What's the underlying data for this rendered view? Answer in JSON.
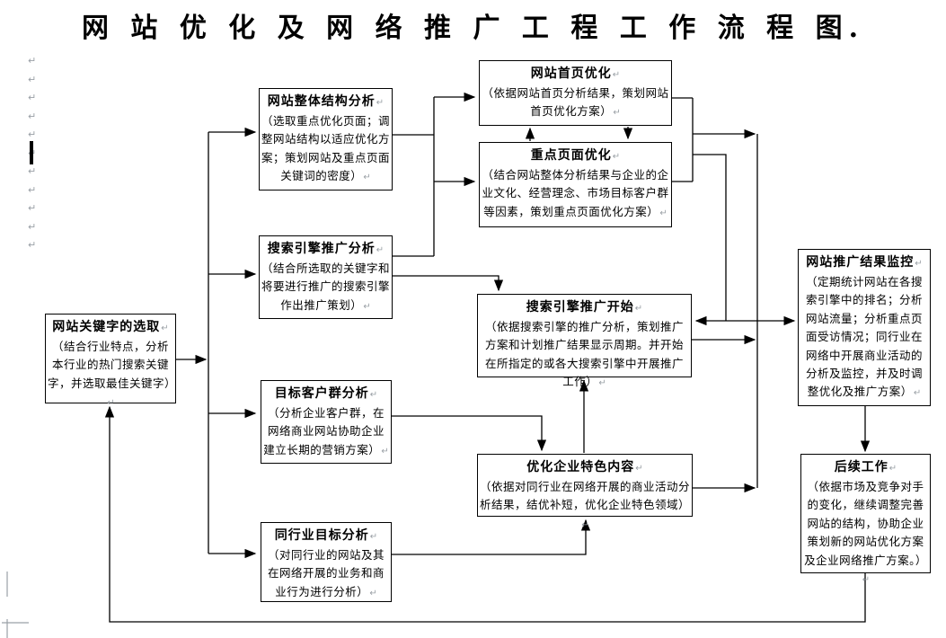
{
  "title": "网 站 优 化 及 网 络 推 广 工 程 工 作 流 程 图.",
  "decorations": {
    "return_mark": "↵"
  },
  "boxes": {
    "keyword_selection": {
      "title": "网站关键字的选取",
      "body": "（结合行业特点，分析本行业的热门搜索关键字，并选取最佳关键字）"
    },
    "overall_structure": {
      "title": "网站整体结构分析",
      "body": "（选取重点优化页面；调整网站结构以适应优化方案；策划网站及重点页面关键词的密度）"
    },
    "se_promo_analysis": {
      "title": "搜索引擎推广分析",
      "body": "（结合所选取的关键字和将要进行推广的搜索引擎作出推广策划）"
    },
    "target_customer": {
      "title": "目标客户群分析",
      "body": "（分析企业客户群，在网络商业网站协助企业建立长期的营销方案）"
    },
    "industry_target": {
      "title": "同行业目标分析",
      "body": "（对同行业的网站及其在网络开展的业务和商业行为进行分析）"
    },
    "homepage_opt": {
      "title": "网站首页优化",
      "body": "（依据网站首页分析结果，策划网站首页优化方案）"
    },
    "key_pages_opt": {
      "title": "重点页面优化",
      "body": "（结合网站整体分析结果与企业的企业文化、经营理念、市场目标客户群等因素，策划重点页面优化方案）"
    },
    "se_promo_start": {
      "title": "搜索引擎推广开始",
      "body": "（依据搜索引擎的推广分析，策划推广方案和计划推广结果显示周期。并开始在所指定的或各大搜索引擎中开展推广工作）"
    },
    "feature_content": {
      "title": "优化企业特色内容",
      "body": "（依据对同行业在网络开展的商业活动分析结果，结优补短，优化企业特色领域）"
    },
    "promo_monitoring": {
      "title": "网站推广结果监控",
      "body": "（定期统计网站在各搜索引擎中的排名；分析网站流量；分析重点页面受访情况；同行业在网络中开展商业活动的分析及监控，并及时调整优化及推广方案）"
    },
    "follow_up": {
      "title": "后续工作",
      "body": "（依据市场及竞争对手的变化，继续调整完善网站的结构，协助企业策划新的网站优化方案及企业网络推广方案。）"
    }
  }
}
